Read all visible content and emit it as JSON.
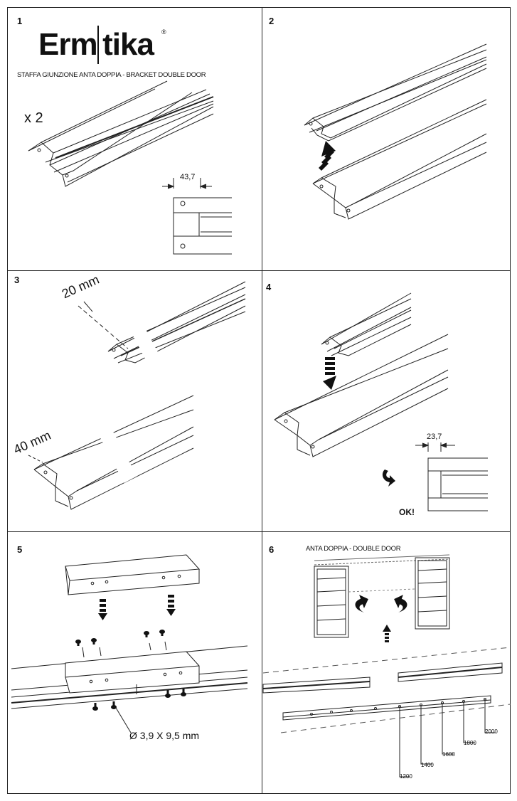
{
  "brand": {
    "name_part1": "Erm",
    "name_part2": "tika",
    "registered": "®"
  },
  "steps": [
    {
      "number": "1",
      "caption": "STAFFA GIUNZIONE ANTA DOPPIA - BRACKET DOUBLE DOOR",
      "quantity": "x 2",
      "dimension": "43,7"
    },
    {
      "number": "2"
    },
    {
      "number": "3",
      "offset_top": "20 mm",
      "offset_bottom": "40 mm"
    },
    {
      "number": "4",
      "dimension": "23,7",
      "ok": "OK!"
    },
    {
      "number": "5",
      "screw_spec": "Ø 3,9 X 9,5 mm"
    },
    {
      "number": "6",
      "caption": "ANTA DOPPIA - DOUBLE DOOR",
      "sizes": [
        "1200",
        "1400",
        "1600",
        "1800",
        "2000"
      ]
    }
  ]
}
